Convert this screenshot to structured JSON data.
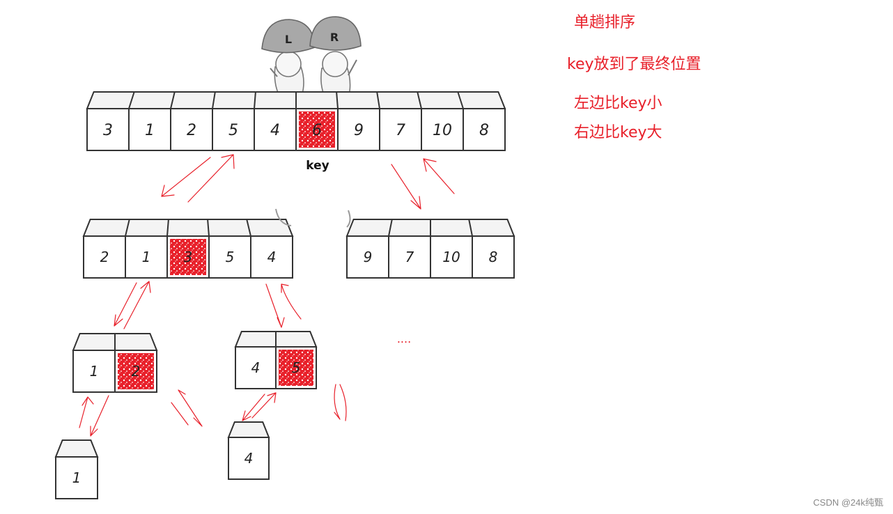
{
  "notes": {
    "line1": "单趟排序",
    "line2": "key放到了最终位置",
    "line3": "左边比key小",
    "line4": "右边比key大"
  },
  "diagram": {
    "pointer_left": "L",
    "pointer_right": "R",
    "key_label": "key",
    "ellipsis": "....",
    "row_top": [
      "3",
      "1",
      "2",
      "5",
      "4",
      "6",
      "9",
      "7",
      "10",
      "8"
    ],
    "row_mid_left": [
      "2",
      "1",
      "3",
      "5",
      "4"
    ],
    "row_mid_right": [
      "9",
      "7",
      "10",
      "8"
    ],
    "row_low_left": [
      "1",
      "2"
    ],
    "row_low_mid": [
      "4",
      "5"
    ],
    "row_leaf_left": [
      "1"
    ],
    "row_leaf_mid": [
      "4"
    ],
    "highlight_color": "#e8202a",
    "arrow_color": "#e8202a"
  },
  "watermark": "CSDN @24k纯甄"
}
